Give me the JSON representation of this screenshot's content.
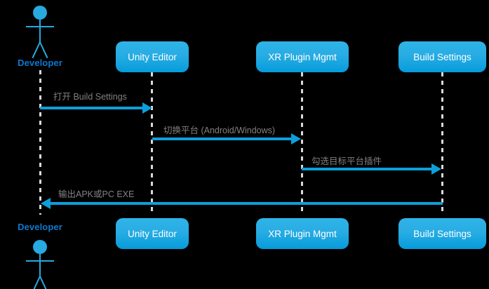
{
  "diagram": {
    "type": "uml-sequence-diagram",
    "background_color": "#000000",
    "accent_color": "#0c9fda",
    "box_color_top": "#2fb4e8",
    "box_color_bottom": "#059cdb",
    "lifeline_color": "#d9d9d9",
    "label_color": "#828282",
    "actor_label_color": "#0b79cf"
  },
  "actors": {
    "top": {
      "name": "Developer",
      "icon": "stick-figure-actor-icon"
    },
    "bottom": {
      "name": "Developer",
      "icon": "stick-figure-actor-icon"
    }
  },
  "participants_top": [
    {
      "label": "Unity Editor"
    },
    {
      "label": "XR Plugin Mgmt"
    },
    {
      "label": "Build Settings"
    }
  ],
  "participants_bottom": [
    {
      "label": "Unity Editor"
    },
    {
      "label": "XR Plugin Mgmt"
    },
    {
      "label": "Build Settings"
    }
  ],
  "messages": [
    {
      "label": "打开 Build Settings",
      "from": "Developer",
      "to": "Unity Editor",
      "direction": "right"
    },
    {
      "label": "切换平台 (Android/Windows)",
      "from": "Unity Editor",
      "to": "XR Plugin Mgmt",
      "direction": "right"
    },
    {
      "label": "勾选目标平台插件",
      "from": "XR Plugin Mgmt",
      "to": "Build Settings",
      "direction": "right"
    },
    {
      "label": "输出APK或PC EXE",
      "from": "Build Settings",
      "to": "Developer",
      "direction": "left"
    }
  ]
}
